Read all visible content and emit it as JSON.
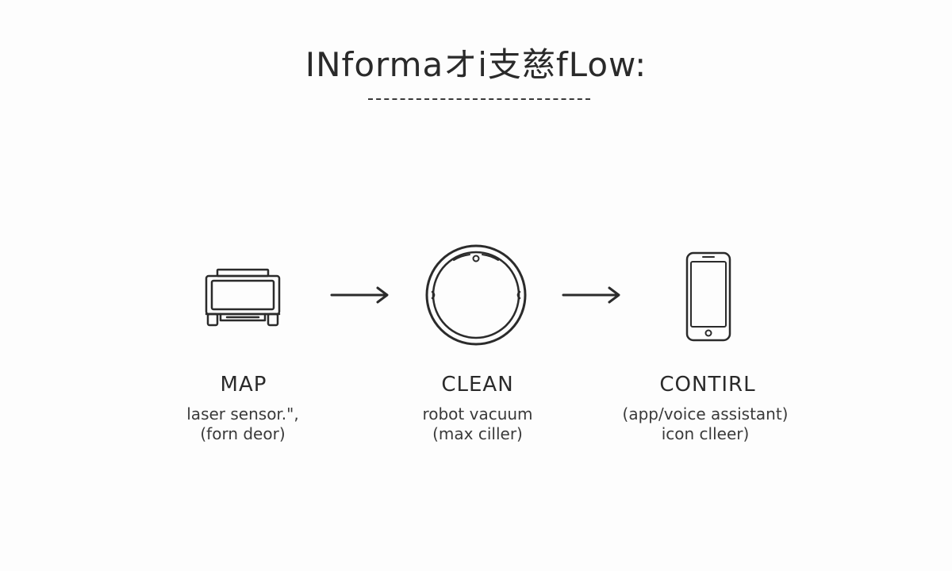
{
  "title": "INformaオi支慈fLow:",
  "nodes": [
    {
      "icon": "sensor-device-icon",
      "label": "MAP",
      "lines": [
        "laser sensor.\",",
        "(forn deor)"
      ]
    },
    {
      "icon": "robot-vacuum-icon",
      "label": "CLEAN",
      "lines": [
        "robot vacuum",
        "(max ciller)"
      ]
    },
    {
      "icon": "smartphone-icon",
      "label": "CONTIRL",
      "lines": [
        "(app/voice assistant)",
        "icon clleer)"
      ]
    }
  ],
  "arrows": [
    "arrow-right-icon",
    "arrow-right-icon"
  ],
  "colors": {
    "ink": "#2b2b2b",
    "background": "#fdfdfd"
  }
}
